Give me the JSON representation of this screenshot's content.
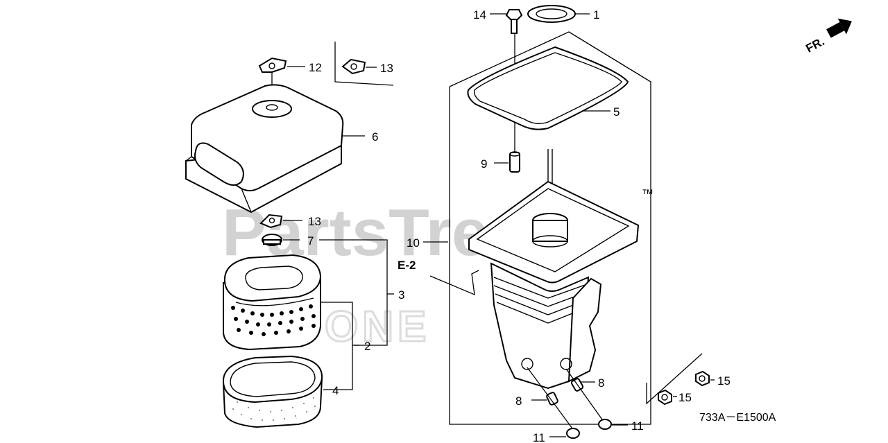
{
  "watermark": {
    "brand": "PartsTree",
    "trademark": "™",
    "secondary": "ONE"
  },
  "direction": {
    "label": "FR."
  },
  "callouts": {
    "c1": "1",
    "c2": "2",
    "c3": "3",
    "c4": "4",
    "c5": "5",
    "c6": "6",
    "c7": "7",
    "c8a": "8",
    "c8b": "8",
    "c9": "9",
    "c10": "10",
    "c11a": "11",
    "c11b": "11",
    "c12": "12",
    "c13a": "13",
    "c13b": "13",
    "c14": "14",
    "c15a": "15",
    "c15b": "15"
  },
  "reference": {
    "label": "E-2"
  },
  "diagram_code": "733A－E1500A",
  "colors": {
    "line": "#000000",
    "watermark": "#d2d2d2"
  }
}
